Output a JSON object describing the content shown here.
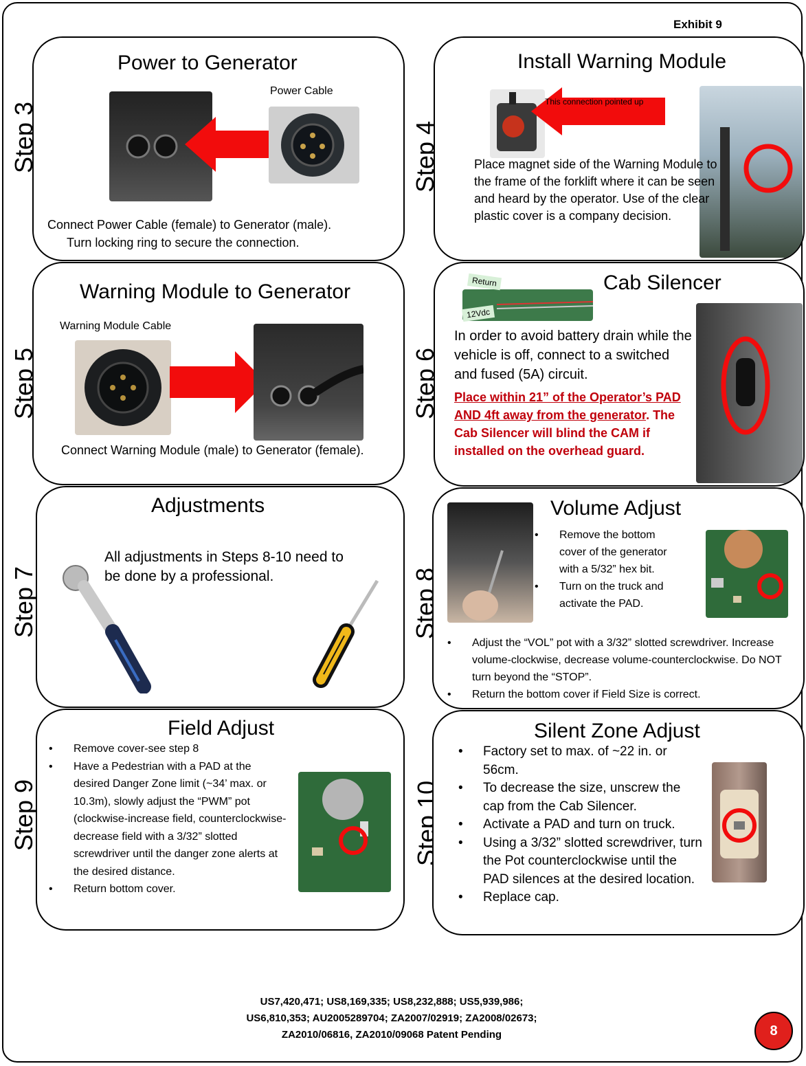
{
  "exhibit": "Exhibit 9",
  "steps": {
    "s3": {
      "label": "Step 3",
      "title": "Power to Generator",
      "callout": "Power Cable",
      "body": "Connect Power Cable (female) to Generator (male).",
      "body2": "Turn locking ring to secure the connection."
    },
    "s4": {
      "label": "Step 4",
      "title": "Install Warning Module",
      "arrow_text": "This connection pointed up",
      "body": "Place magnet side of the Warning Module to the frame of the forklift where it can be seen and heard by the operator.  Use of the clear plastic cover is a company decision."
    },
    "s5": {
      "label": "Step 5",
      "title": "Warning Module to Generator",
      "callout": "Warning Module Cable",
      "body": "Connect Warning Module (male) to Generator (female)."
    },
    "s6": {
      "label": "Step 6",
      "title": "Cab Silencer",
      "tag_return": "Return",
      "tag_12v": "12Vdc",
      "body": "In order to avoid battery drain while the vehicle is off, connect to a switched and fused (5A) circuit.",
      "warn_a": "Place within 21” of the Operator’s PAD AND 4ft away from the generator",
      "warn_b": ". The Cab Silencer will blind the CAM if installed on the overhead guard."
    },
    "s7": {
      "label": "Step 7",
      "title": "Adjustments",
      "body": "All adjustments in Steps 8-10 need to be done by a professional."
    },
    "s8": {
      "label": "Step 8",
      "title": "Volume Adjust",
      "bullets_top": [
        "Remove the bottom cover of the generator with a 5/32” hex bit.",
        "Turn on the truck and activate the PAD."
      ],
      "bullets_bottom": [
        "Adjust the “VOL” pot with a 3/32” slotted screwdriver. Increase volume-clockwise, decrease volume-counterclockwise. Do NOT turn beyond the “STOP”.",
        "Return the bottom cover if Field Size is correct."
      ]
    },
    "s9": {
      "label": "Step 9",
      "title": "Field Adjust",
      "bullets": [
        "Remove cover-see step 8",
        "Have a Pedestrian with a PAD at the desired Danger Zone limit  (~34’ max. or 10.3m), slowly adjust the “PWM” pot (clockwise-increase field, counterclockwise-decrease field with a 3/32” slotted screwdriver until the danger zone alerts at the desired distance.",
        "Return bottom cover."
      ]
    },
    "s10": {
      "label": "Step 10",
      "title": "Silent Zone Adjust",
      "bullets": [
        "Factory set to max. of ~22 in. or 56cm.",
        "To decrease the size, unscrew the cap from the Cab Silencer.",
        "Activate a PAD and turn on truck.",
        "Using a 3/32” slotted screwdriver, turn the Pot counterclockwise until the PAD silences at the desired location.",
        "Replace cap."
      ]
    }
  },
  "footer": {
    "line1": "US7,420,471; US8,169,335; US8,232,888; US5,939,986;",
    "line2": "US6,810,353; AU2005289704; ZA2007/02919; ZA2008/02673;",
    "line3": "ZA2010/06816, ZA2010/09068 Patent Pending"
  },
  "page_number": "8",
  "colors": {
    "accent_red": "#e0201c",
    "warn_text": "#c0000b",
    "pcb_green": "#2f6b3a"
  }
}
